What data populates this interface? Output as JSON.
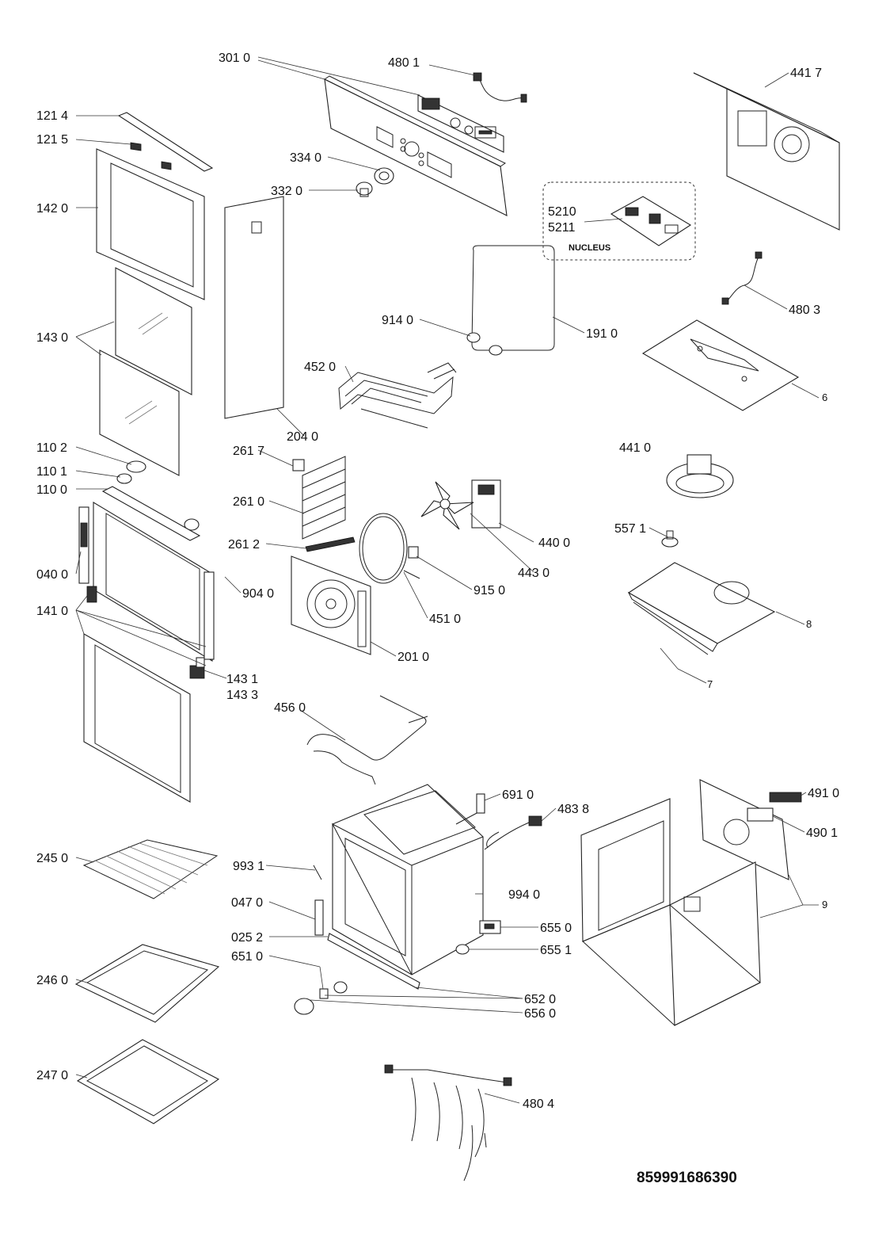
{
  "labels": {
    "l3010": "301 0",
    "l4801": "480 1",
    "l4417": "441 7",
    "l1214": "121 4",
    "l1215": "121 5",
    "l3340": "334 0",
    "l3320": "332 0",
    "l1420": "142 0",
    "l5210": "5210",
    "l5211": "5211",
    "nucleus": "NUCLEUS",
    "l4803": "480 3",
    "l9140": "914 0",
    "l1910": "191 0",
    "l1430": "143 0",
    "l4520": "452 0",
    "l6": "6",
    "l2040": "204 0",
    "l1102": "110 2",
    "l4410": "441 0",
    "l2617": "261 7",
    "l1101": "110 1",
    "l1100": "110 0",
    "l2610": "261 0",
    "l4400": "440 0",
    "l5571": "557 1",
    "l2612": "261 2",
    "l4430": "443 0",
    "l0400": "040 0",
    "l9040": "904 0",
    "l9150": "915 0",
    "l1410": "141 0",
    "l4510": "451 0",
    "l8": "8",
    "l2010": "201 0",
    "l1431": "143 1",
    "l1433": "143 3",
    "l7": "7",
    "l4560": "456 0",
    "l6910": "691 0",
    "l4910": "491 0",
    "l4838": "483 8",
    "l4901": "490 1",
    "l2450": "245 0",
    "l9931": "993 1",
    "l0470": "047 0",
    "l9940": "994 0",
    "l9": "9",
    "l0252": "025 2",
    "l6550": "655 0",
    "l6551": "655 1",
    "l6510": "651 0",
    "l2460": "246 0",
    "l6520": "652 0",
    "l6560": "656 0",
    "l2470": "247 0",
    "l4804": "480 4"
  },
  "document_code": "859991686390"
}
